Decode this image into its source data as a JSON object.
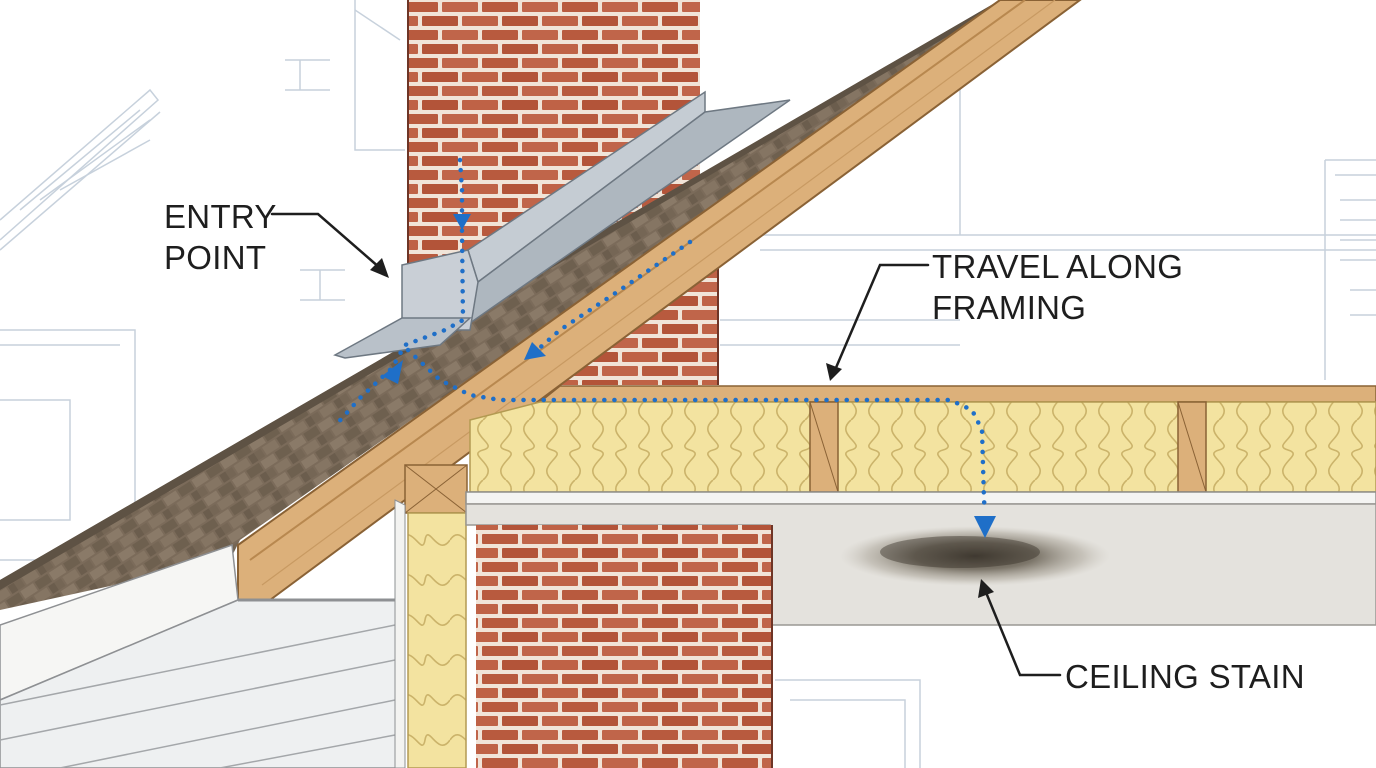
{
  "callouts": {
    "entry_point": {
      "line1": "ENTRY",
      "line2": "POINT"
    },
    "travel_along_framing": {
      "line1": "TRAVEL ALONG",
      "line2": "FRAMING"
    },
    "ceiling_stain": {
      "line1": "CEILING STAIN"
    }
  },
  "colors": {
    "leak_path": "#1f6fc8",
    "brick": "#b85a3e",
    "mortar": "#f4e9df",
    "wood": "#dcb07a",
    "insulation": "#f3e3a0",
    "shingles": "#7b6b5a",
    "flashing": "#b5bcc3",
    "ceiling": "#e4e2dd",
    "stain": "#4a4337",
    "leader_line": "#1e1e1e"
  }
}
